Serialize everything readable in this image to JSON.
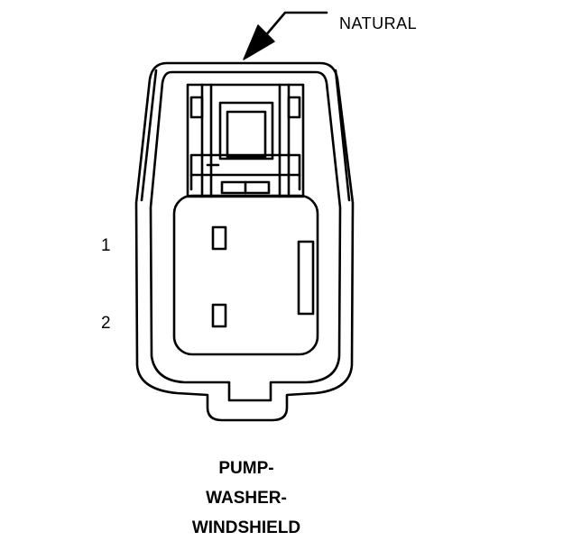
{
  "diagram": {
    "callout_label": "NATURAL",
    "pin_labels": [
      "1",
      "2"
    ],
    "connector_name_lines": [
      "PUMP-",
      "WASHER-",
      "WINDSHIELD"
    ]
  }
}
